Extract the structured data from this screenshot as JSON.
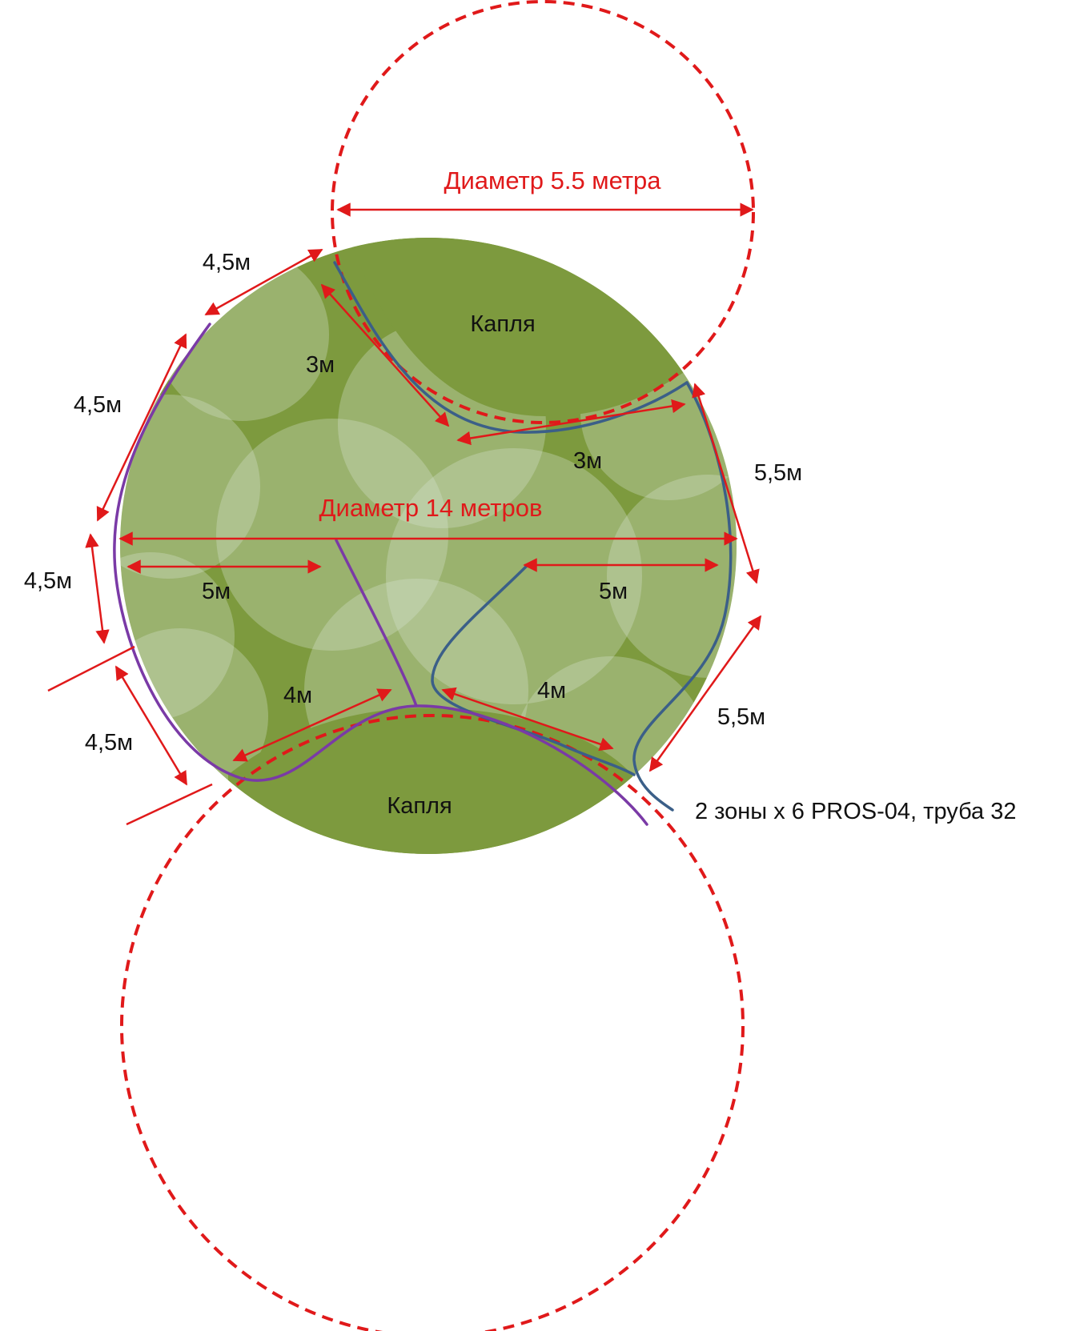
{
  "labels": {
    "top_circle_diameter": "Диаметр 5.5 метра",
    "main_diameter": "Диаметр 14 метров",
    "drip_top": "Капля",
    "drip_bottom": "Капля",
    "zones_note": "2 зоны х 6 PROS-04, труба 32",
    "dim_4_5_top": "4,5м",
    "dim_4_5_upper_left": "4,5м",
    "dim_4_5_left": "4,5м",
    "dim_4_5_lower_left": "4,5м",
    "dim_3_upper": "3м",
    "dim_3_right": "3м",
    "dim_5_5_upper_right": "5,5м",
    "dim_5_5_lower_right": "5,5м",
    "dim_5_left": "5м",
    "dim_5_right": "5м",
    "dim_4_left": "4м",
    "dim_4_right": "4м"
  },
  "colors": {
    "lawn": "#7d9a3e",
    "spray": "#d9e4d0",
    "dimension": "#e0191a",
    "pipe_blue": "#3b5f88",
    "pipe_purple": "#7a3aa6"
  }
}
